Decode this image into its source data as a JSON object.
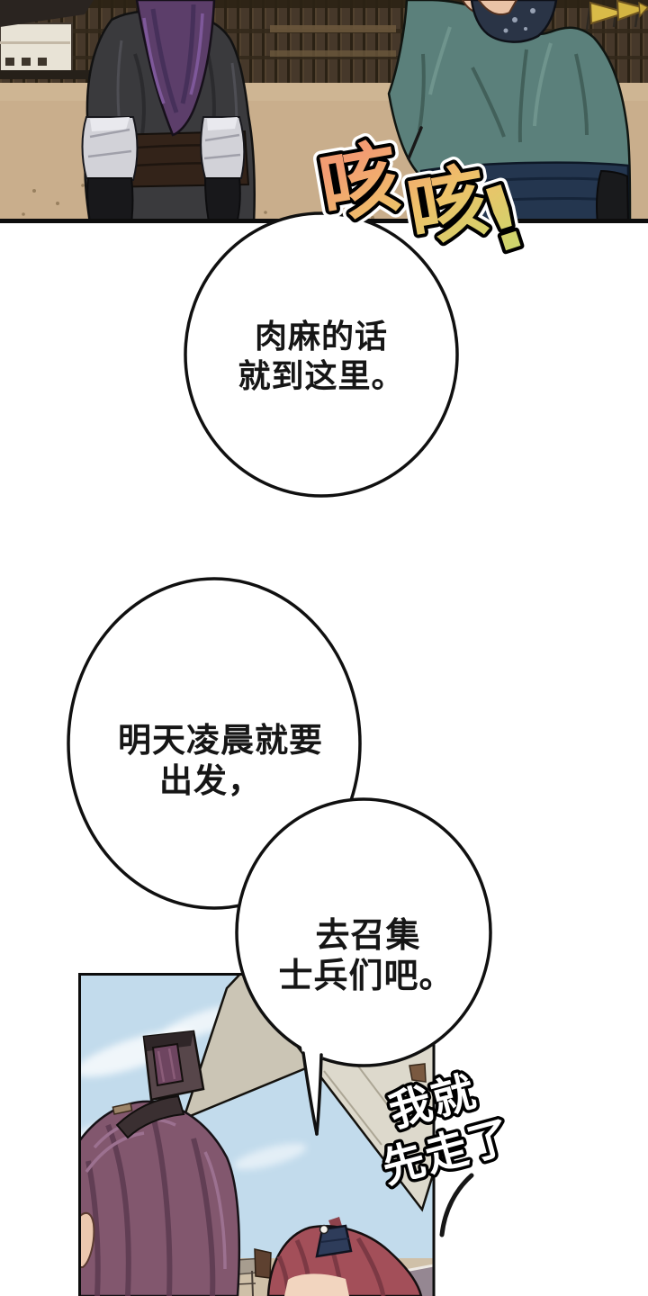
{
  "page": {
    "background": "#ffffff"
  },
  "sfx_cough": {
    "char_1": "咳",
    "char_2": "咳",
    "char_3": "!"
  },
  "bubbles": {
    "b1": {
      "line_1": "肉麻的话",
      "line_2": "就到这里。"
    },
    "b2": {
      "line_1": "明天凌晨就要",
      "line_2": "出发，"
    },
    "b3": {
      "line_1": "去召集",
      "line_2": "士兵们吧。"
    }
  },
  "sfx_exit": {
    "line_1": "我就",
    "line_2": "先走了"
  },
  "palette": {
    "sfx_gradient_top": "#f39c72",
    "sfx_gradient_mid": "#eec169",
    "sfx_gradient_bottom": "#cbd76c",
    "bubble_outline": "#101010",
    "sand": "#c9ae8c",
    "fence_wood": "#46382a",
    "black_robe": "#3a3a3d",
    "purple_hair": "#5c3e6a",
    "arm_wrap_gray": "#d2d2d8",
    "teal_robe": "#5b807b",
    "navy_sash": "#24364f",
    "bandana_navy": "#2a3446",
    "flag_yellow": "#d9bb48",
    "sky": "#c2dbec",
    "tent": "#ddd9cc",
    "plum_hair": "#82576e",
    "crimson_hair": "#a34f59",
    "skin": "#e9c2a6"
  }
}
